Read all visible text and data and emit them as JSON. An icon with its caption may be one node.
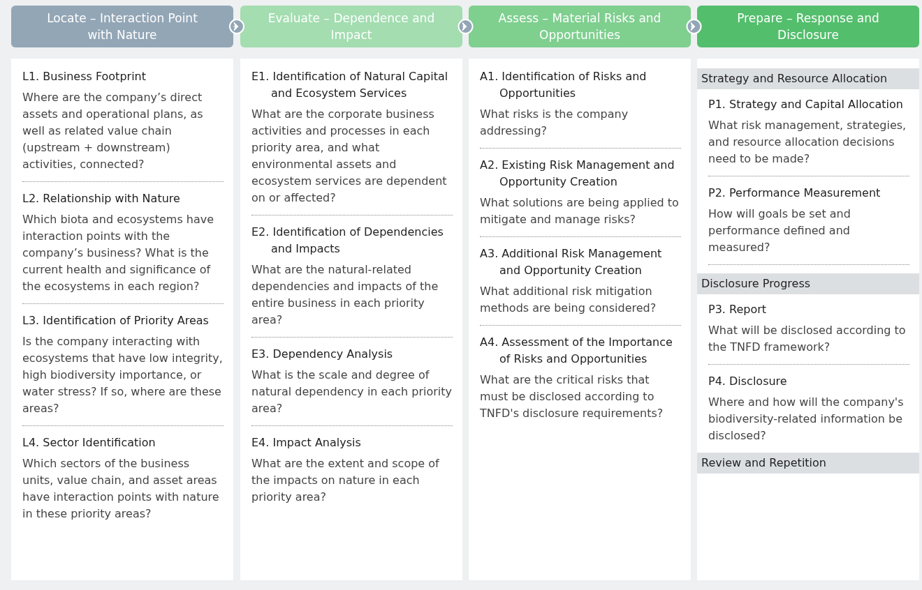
{
  "diagram": {
    "nodes": [
      {
        "text": [
          "Locate – Interaction Point with Nature"
        ]
      },
      {
        "text": [
          "Evaluate – Dependence and Impact"
        ]
      },
      {
        "text": [
          "Assess – Material Risks and Opportunities"
        ]
      },
      {
        "text": [
          "Prepare – Response and Disclosure"
        ]
      },
      {
        "text": [],
        "shape": "box"
      },
      {
        "text": [
          "L1. Business Footprint",
          "Where are the company’s direct assets and operational plans, as well as related value chain (upstream + downstream) activities, connected?"
        ],
        "in": 4
      },
      {
        "text": [
          "L2. Relationship with Nature",
          "Which biota and ecosystems have interaction points with the company’s business? What is the current health and significance of the ecosystems in each region?"
        ],
        "in": 4
      },
      {
        "text": [
          "L3. Identification of Priority Areas",
          "Is the company interacting with ecosystems that have low integrity, high biodiversity importance, or water stress? If so, where are these areas?"
        ],
        "in": 4
      },
      {
        "text": [
          "L4. Sector Identification",
          "Which sectors of the business units, value chain, and asset areas have interaction points with nature in these priority areas?"
        ],
        "in": 4
      },
      {
        "text": [],
        "shape": "box"
      },
      {
        "text": [
          "E1. Identification of Natural Capital and Ecosystem Services",
          "What are the corporate business activities and processes in each priority area, and what environmental assets and ecosystem services are dependent on or affected?"
        ],
        "in": 9
      },
      {
        "text": [
          "E2. Identification of Dependencies and Impacts",
          "What are the natural-related dependencies and impacts of the entire business in each priority area?"
        ],
        "in": 9
      },
      {
        "text": [
          "E3. Dependency Analysis",
          "What is the scale and degree of natural dependency in each priority area?"
        ],
        "in": 9
      },
      {
        "text": [
          "E4. Impact Analysis",
          "What are the extent and scope of the impacts on nature in each priority area?"
        ],
        "in": 9
      },
      {
        "text": [],
        "shape": "box"
      },
      {
        "text": [
          "A1. Identification of Risks and Opportunities",
          "What risks is the company addressing?"
        ],
        "in": 14
      },
      {
        "text": [
          "A2. Existing Risk Management and Opportunity Creation",
          "What solutions are being applied to mitigate and manage risks?"
        ],
        "in": 14
      },
      {
        "text": [
          "A3. Additional Risk Management and Opportunity Creation",
          "What additional risk mitigation methods are being considered?"
        ],
        "in": 14
      },
      {
        "text": [
          "A4. Assessment of the Importance of Risks and Opportunities",
          "What are the critical risks that must be disclosed according to TNFD's disclosure requirements?"
        ],
        "in": 14
      },
      {
        "text": [],
        "shape": "box"
      },
      {
        "text": [
          "Strategy and Resource Allocation"
        ],
        "in": 19
      },
      {
        "text": [
          "P1. Strategy and Capital Allocation",
          "What risk management, strategies, and resource allocation decisions need to be made?"
        ],
        "in": 19
      },
      {
        "text": [
          "P2. Performance Measurement",
          "How will goals be set and performance defined and measured?"
        ],
        "in": 19
      },
      {
        "text": [
          "Disclosure Progress"
        ],
        "in": 19
      },
      {
        "text": [
          "P3. Report",
          "What will be disclosed according to the TNFD framework?"
        ],
        "in": 19
      },
      {
        "text": [
          "P4. Disclosure",
          "Where and how will the company's biodiversity-related information be disclosed?"
        ],
        "in": 19
      },
      {
        "text": [
          "Review and Repetition"
        ],
        "in": 19
      }
    ],
    "edges": [
      {
        "from": 0,
        "to": 1,
        "arrow": "to"
      },
      {
        "from": 1,
        "to": 2,
        "arrow": "to"
      },
      {
        "from": 2,
        "to": 3,
        "arrow": "to"
      }
    ]
  }
}
